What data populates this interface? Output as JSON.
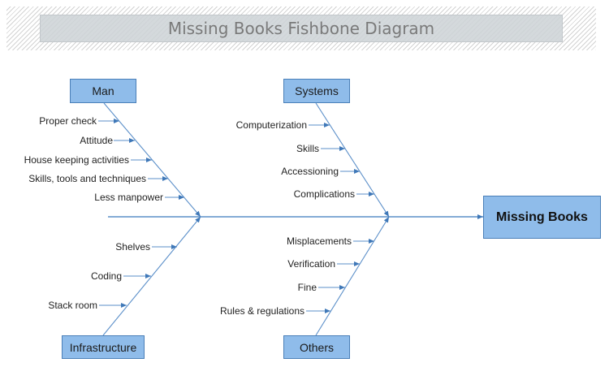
{
  "title": "Missing Books Fishbone Diagram",
  "effect": "Missing Books",
  "colors": {
    "box_fill": "#8fbcea",
    "box_border": "#4a7fb8",
    "line": "#5b8fc9",
    "title_text": "#7a7a7a"
  },
  "categories": {
    "man": {
      "label": "Man",
      "causes": [
        "Proper check",
        "Attitude",
        "House keeping activities",
        "Skills, tools and techniques",
        "Less manpower"
      ]
    },
    "systems": {
      "label": "Systems",
      "causes": [
        "Computerization",
        "Skills",
        "Accessioning",
        "Complications"
      ]
    },
    "infrastructure": {
      "label": "Infrastructure",
      "causes": [
        "Shelves",
        "Coding",
        "Stack room"
      ]
    },
    "others": {
      "label": "Others",
      "causes": [
        "Misplacements",
        "Verification",
        "Fine",
        "Rules & regulations"
      ]
    }
  }
}
